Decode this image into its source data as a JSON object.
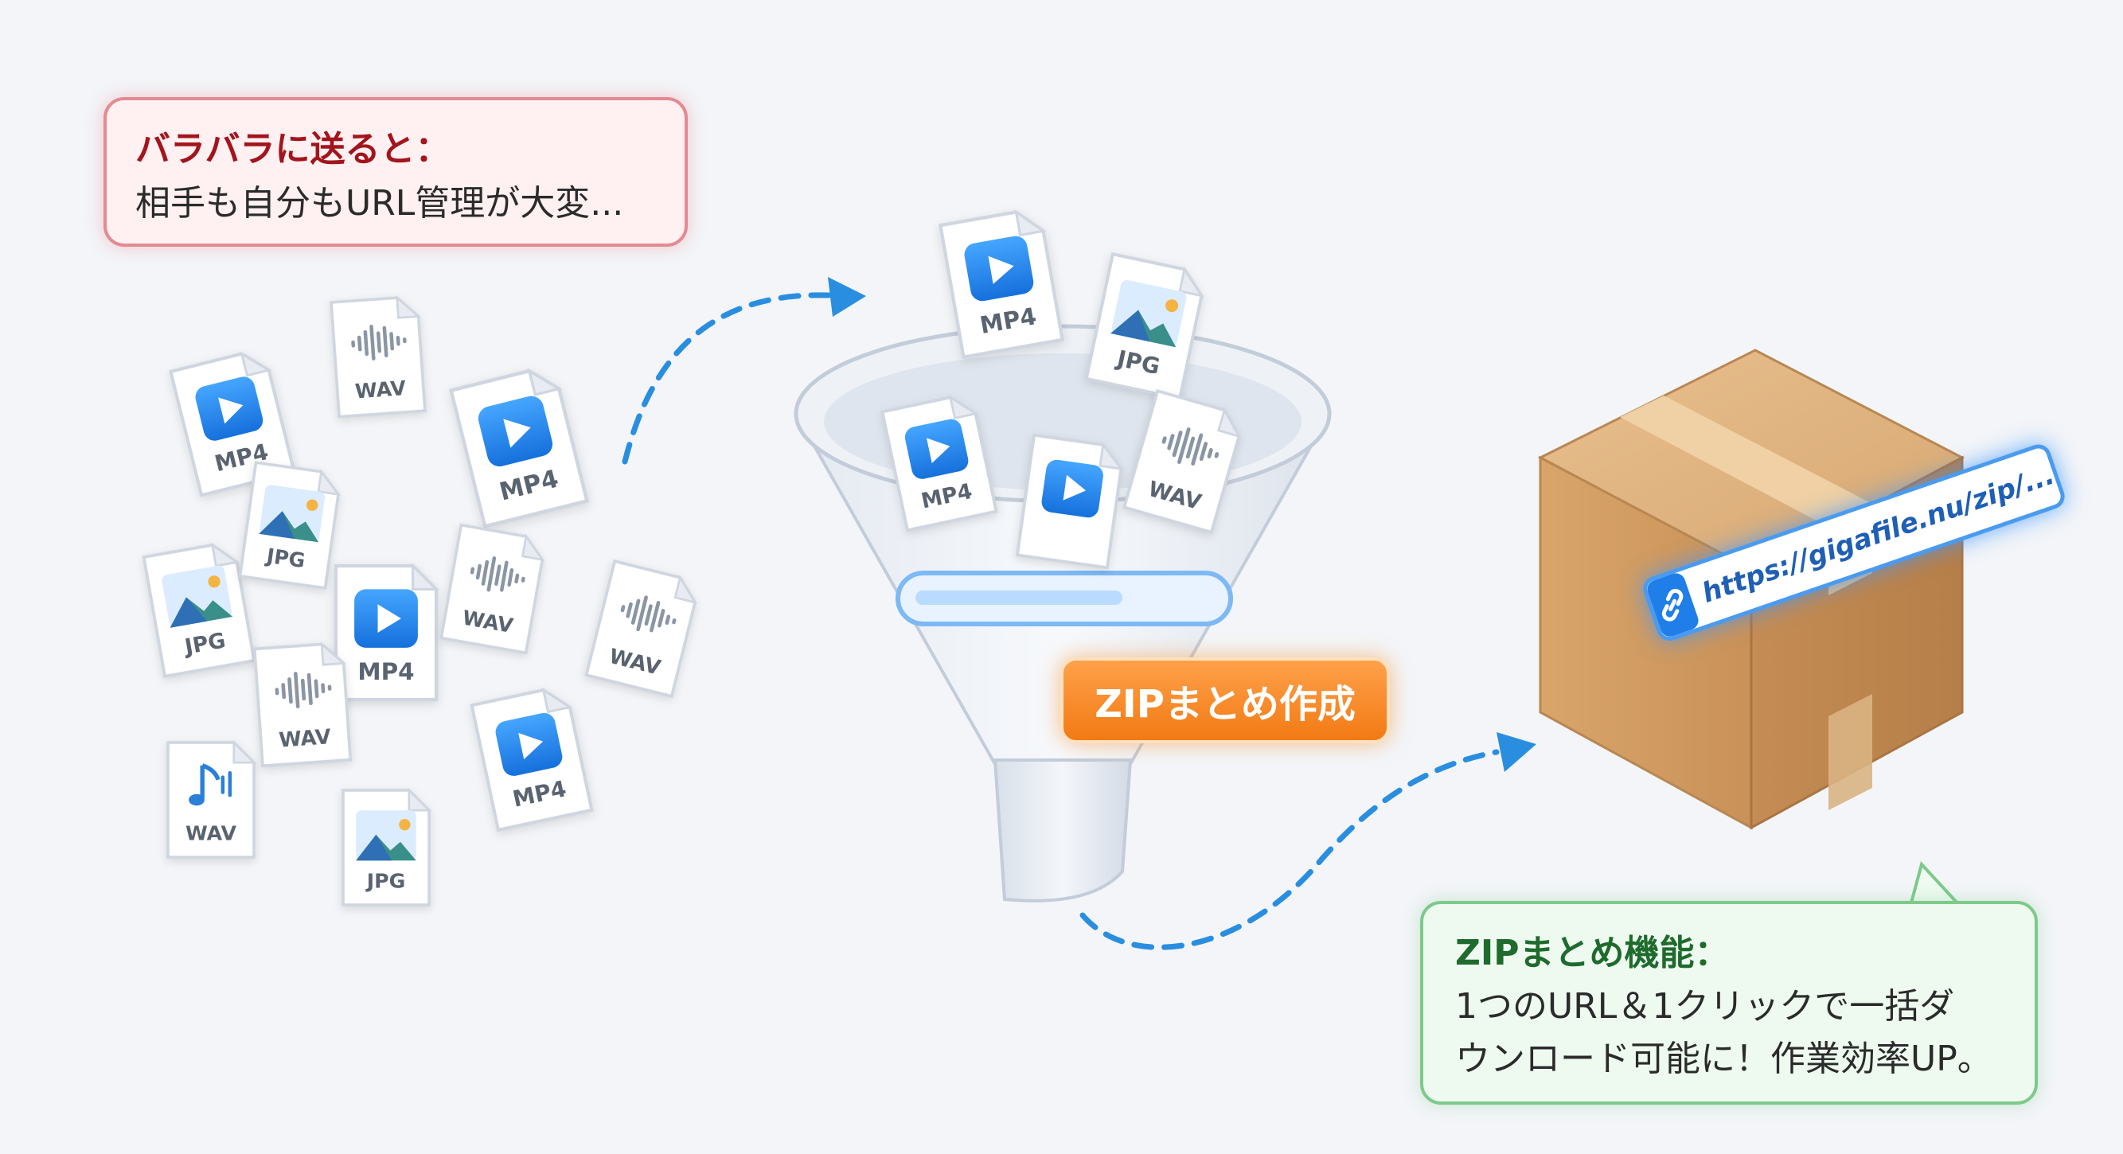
{
  "problem_callout": {
    "title": "バラバラに送ると：",
    "text": "相手も自分もURL管理が大変..."
  },
  "zip_badge": "ZIPまとめ作成",
  "url_bar": {
    "url": "https://gigafile.nu/zip/..."
  },
  "solution_callout": {
    "title": "ZIPまとめ機能：",
    "line1": "1つのURL＆1クリックで一括ダ",
    "line2": "ウンロード可能に！作業効率UP。"
  },
  "scattered_files": [
    {
      "type": "mp4",
      "label": "MP4"
    },
    {
      "type": "wav",
      "label": "WAV"
    },
    {
      "type": "mp4",
      "label": "MP4"
    },
    {
      "type": "jpg",
      "label": "JPG"
    },
    {
      "type": "jpg",
      "label": "JPG"
    },
    {
      "type": "mp4",
      "label": "MP4"
    },
    {
      "type": "wav",
      "label": "WAV"
    },
    {
      "type": "wav",
      "label": "WAV"
    },
    {
      "type": "wav",
      "label": "WAV"
    },
    {
      "type": "mp4",
      "label": "MP4"
    },
    {
      "type": "music",
      "label": "WAV"
    },
    {
      "type": "jpg",
      "label": "JPG"
    }
  ],
  "funnel_files": [
    {
      "type": "mp4",
      "label": "MP4"
    },
    {
      "type": "jpg",
      "label": "JPG"
    },
    {
      "type": "mp4",
      "label": "MP4"
    },
    {
      "type": "mp4",
      "label": ""
    },
    {
      "type": "wav",
      "label": "WAV"
    }
  ],
  "colors": {
    "accent_blue": "#1f7ee8",
    "problem_red": "#a2151d",
    "solution_green": "#1f6b2d",
    "badge_orange": "#f58a23",
    "box_brown": "#d9a86f"
  }
}
